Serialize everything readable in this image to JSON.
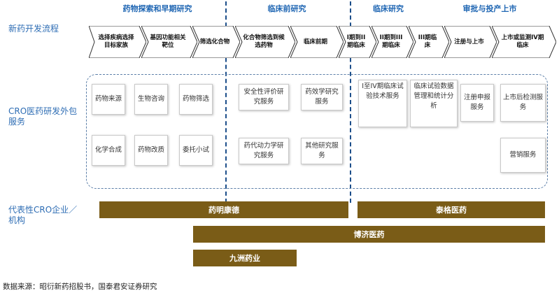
{
  "phases": [
    {
      "label": "药物探索和早期研究"
    },
    {
      "label": "临床前研究"
    },
    {
      "label": "临床研究"
    },
    {
      "label": "审批与投产上市"
    }
  ],
  "row_labels": {
    "process": "新药开发流程",
    "cro": "CRO医药研发外包服务",
    "companies": "代表性CRO企业／机构"
  },
  "process_steps": [
    {
      "label": "选择疾病选择目标家族"
    },
    {
      "label": "基因功能相关靶位"
    },
    {
      "label": "筛选化合物"
    },
    {
      "label": "化合物筛选到候选药物"
    },
    {
      "label": "临床前期"
    },
    {
      "label": "I期到II期临床"
    },
    {
      "label": "II期到III期临床"
    },
    {
      "label": "III期临床"
    },
    {
      "label": "注册与上市"
    },
    {
      "label": "上市或监测IV期临床"
    }
  ],
  "services": [
    {
      "label": "药物来源"
    },
    {
      "label": "生物咨询"
    },
    {
      "label": "药物筛选"
    },
    {
      "label": "化学合成"
    },
    {
      "label": "药物改质"
    },
    {
      "label": "委托小试"
    },
    {
      "label": "安全性评价研究服务"
    },
    {
      "label": "药效学研究服务"
    },
    {
      "label": "药代动力学研究服务"
    },
    {
      "label": "其他研究服务"
    },
    {
      "label": "I至IV期临床试验技术服务"
    },
    {
      "label": "临床试验数据管理和统计分析"
    },
    {
      "label": "注册申报服务"
    },
    {
      "label": "上市后检测服务"
    },
    {
      "label": "营销服务"
    }
  ],
  "companies": [
    {
      "label": "药明康德"
    },
    {
      "label": "泰格医药"
    },
    {
      "label": "博济医药"
    },
    {
      "label": "九洲药业"
    }
  ],
  "source": "数据来源：昭衍新药招股书，国泰君安证券研究",
  "colors": {
    "phase_text": "#1f66b3",
    "divider": "#1c4e8a",
    "company_bar": "#7a5c17",
    "label_text": "#2e6db4"
  }
}
